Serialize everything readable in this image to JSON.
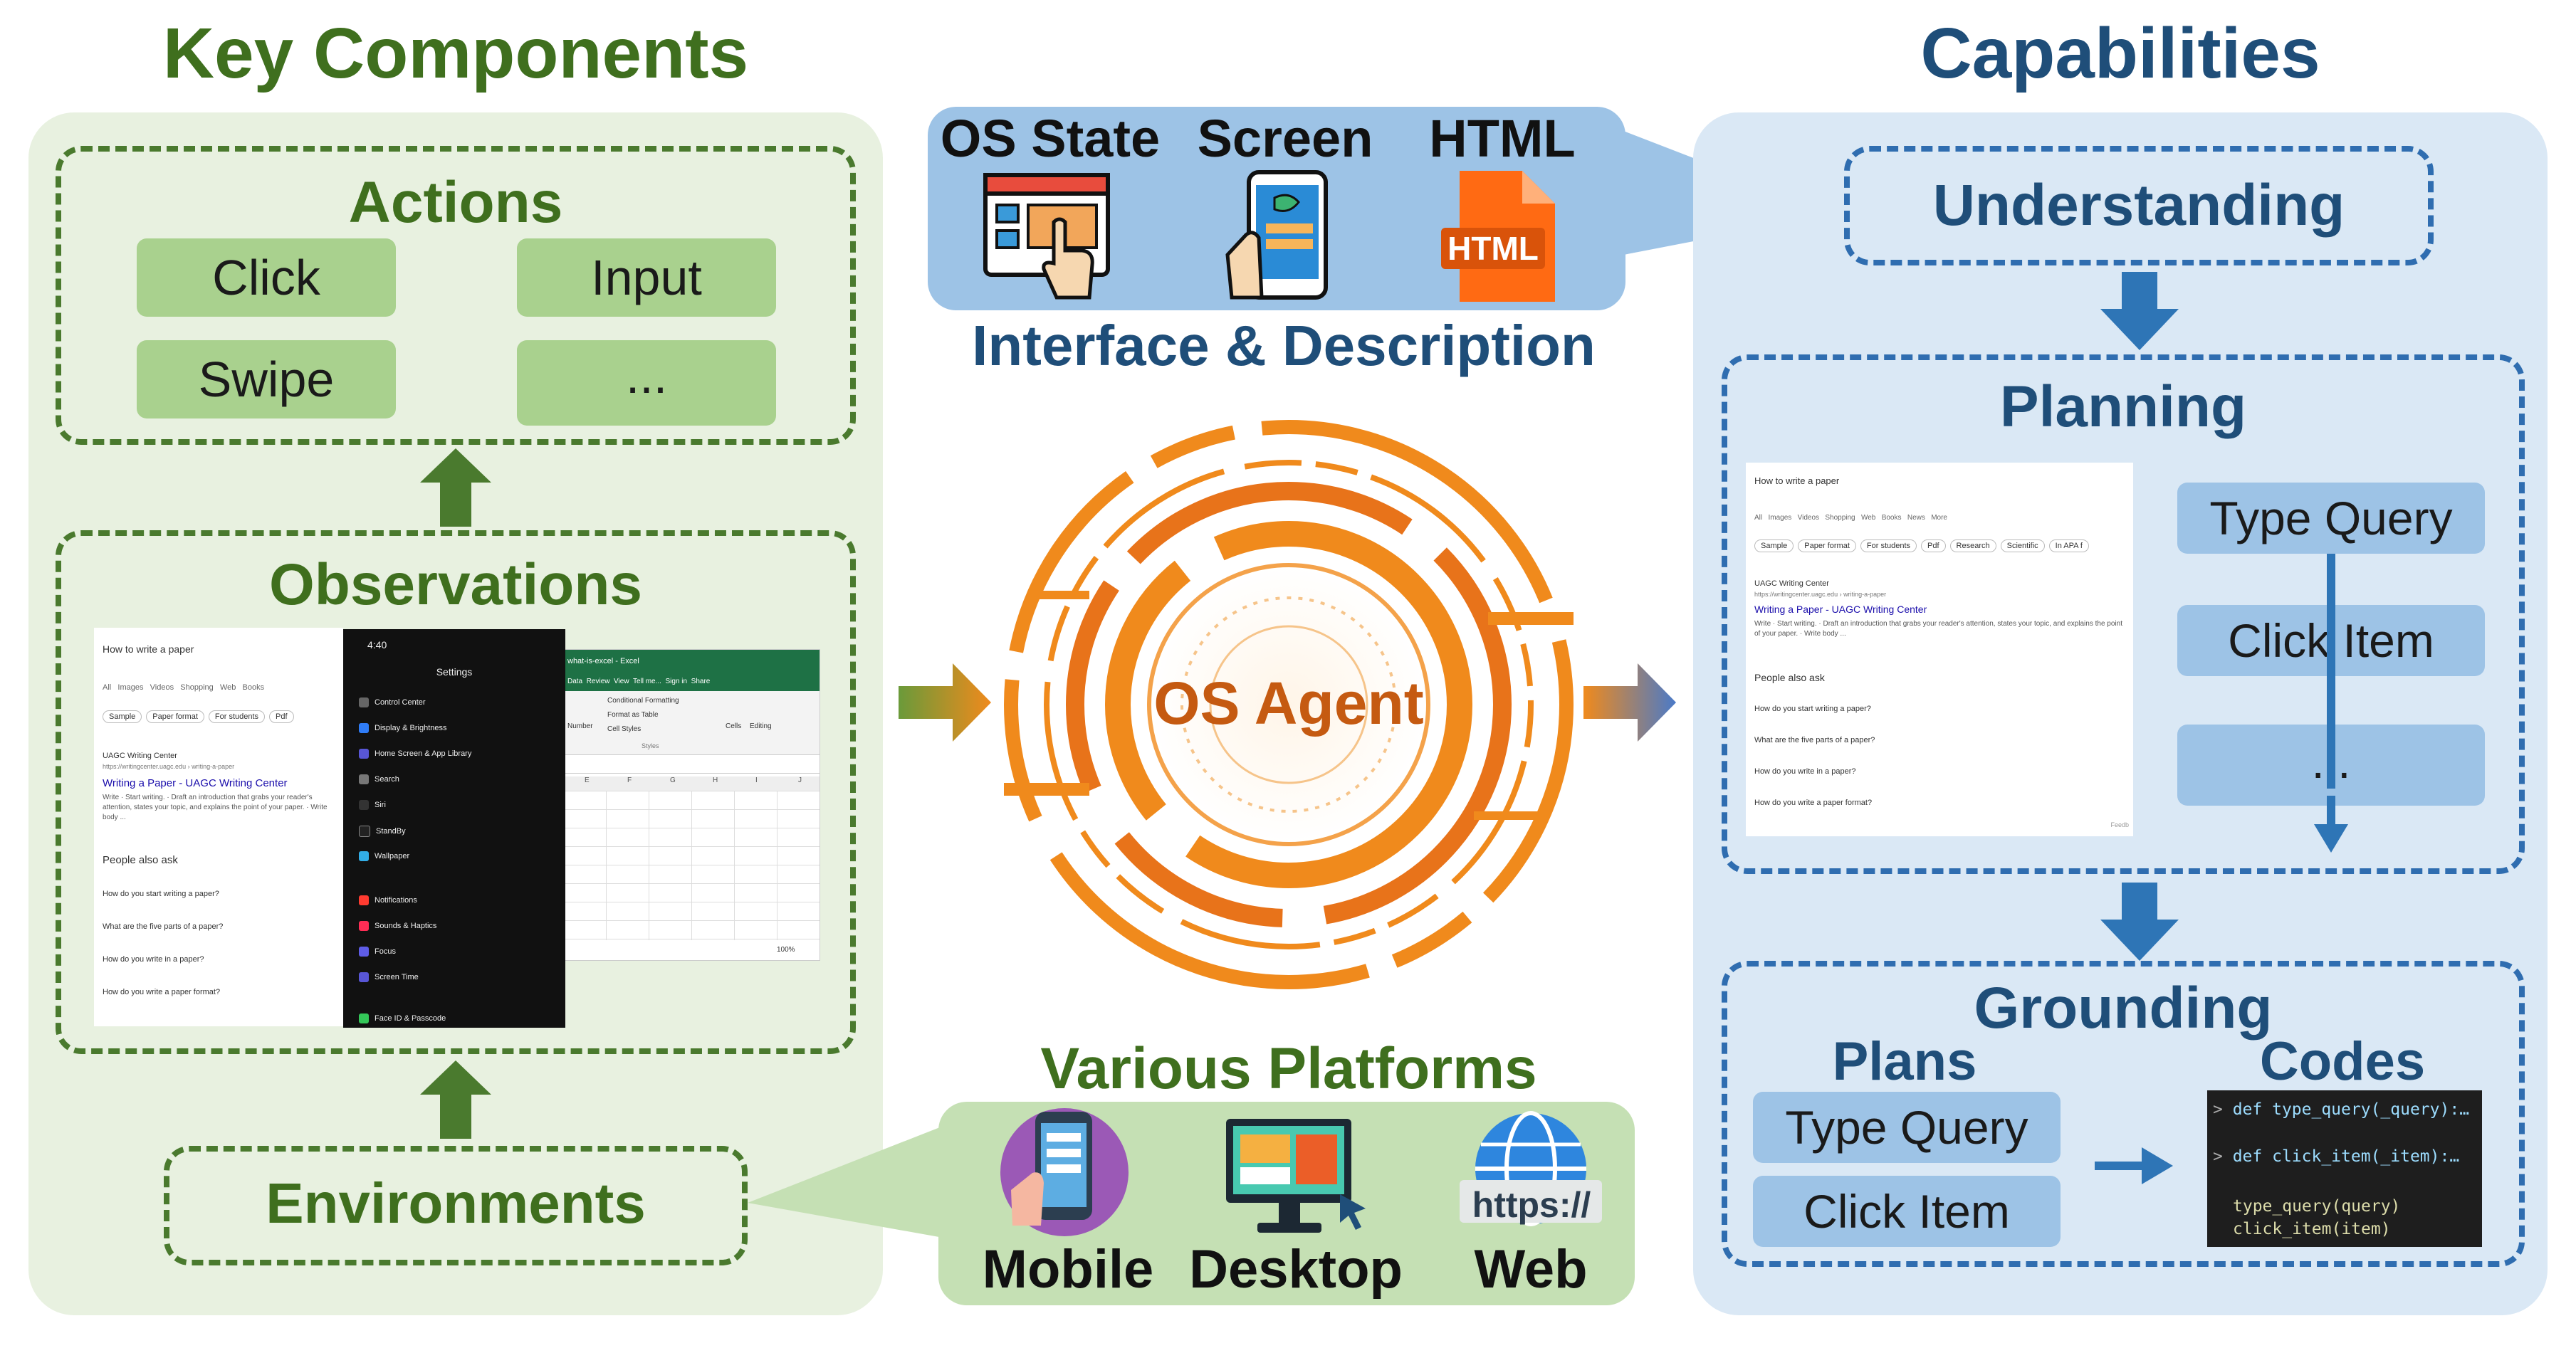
{
  "left": {
    "title": "Key Components",
    "actions": {
      "label": "Actions",
      "buttons": [
        "Click",
        "Input",
        "Swipe",
        "..."
      ]
    },
    "observations": {
      "label": "Observations",
      "search_page": {
        "query": "How to write a paper",
        "tabs": [
          "All",
          "Images",
          "Videos",
          "Shopping",
          "Web",
          "Books"
        ],
        "chips": [
          "Sample",
          "Paper format",
          "For students",
          "Pdf"
        ],
        "site": "UAGC Writing Center",
        "url": "https://writingcenter.uagc.edu › writing-a-paper",
        "result_title": "Writing a Paper - UAGC Writing Center",
        "snippet": "Write · Start writing. · Draft an introduction that grabs your reader's attention, states your topic, and explains the point of your paper. · Write body ...",
        "paa": "People also ask",
        "questions": [
          "How do you start writing a paper?",
          "What are the five parts of a paper?",
          "How do you write in a paper?",
          "How do you write a paper format?"
        ]
      },
      "phone": {
        "time": "4:40",
        "title": "Settings",
        "items": [
          "Control Center",
          "Display & Brightness",
          "Home Screen & App Library",
          "Search",
          "Siri",
          "StandBy",
          "Wallpaper",
          "Notifications",
          "Sounds & Haptics",
          "Focus",
          "Screen Time",
          "Face ID & Passcode"
        ]
      },
      "excel": {
        "title": "what-is-excel - Excel",
        "menu": [
          "Data",
          "Review",
          "View",
          "Tell me...",
          "Sign in",
          "Share"
        ],
        "ribbon": [
          "Conditional Formatting",
          "Format as Table",
          "Cell Styles",
          "Styles",
          "Number",
          "Cells",
          "Editing"
        ],
        "cols": [
          "E",
          "F",
          "G",
          "H",
          "I",
          "J"
        ],
        "zoom": "100%"
      }
    },
    "environments": {
      "label": "Environments"
    }
  },
  "middle": {
    "top_items": [
      "OS State",
      "Screen",
      "HTML"
    ],
    "html_badge": "HTML",
    "interface_label": "Interface & Description",
    "agent_label": "OS Agent",
    "platforms_label": "Various Platforms",
    "platforms": [
      "Mobile",
      "Desktop",
      "Web"
    ],
    "web_badge": "https://"
  },
  "right": {
    "title": "Capabilities",
    "understanding": "Understanding",
    "planning": {
      "label": "Planning",
      "steps": [
        "Type Query",
        "Click Item",
        "..."
      ],
      "search_page": {
        "query": "How to write a paper",
        "tabs": [
          "All",
          "Images",
          "Videos",
          "Shopping",
          "Web",
          "Books",
          "News",
          "More"
        ],
        "chips": [
          "Sample",
          "Paper format",
          "For students",
          "Pdf",
          "Research",
          "Scientific",
          "In APA f"
        ],
        "site": "UAGC Writing Center",
        "url": "https://writingcenter.uagc.edu › writing-a-paper",
        "result_title": "Writing a Paper - UAGC Writing Center",
        "snippet": "Write · Start writing. · Draft an introduction that grabs your reader's attention, states your topic, and explains the point of your paper. · Write body ...",
        "paa": "People also ask",
        "questions": [
          "How do you start writing a paper?",
          "What are the five parts of a paper?",
          "How do you write in a paper?",
          "How do you write a paper format?"
        ],
        "feedback": "Feedb"
      }
    },
    "grounding": {
      "label": "Grounding",
      "plans_label": "Plans",
      "codes_label": "Codes",
      "plans": [
        "Type Query",
        "Click Item"
      ],
      "code_lines": [
        "def type_query(_query):…",
        "def click_item(_item):…",
        "type_query(query)",
        "click_item(item)"
      ]
    }
  },
  "colors": {
    "green_dark": "#4a7a2e",
    "green_panel": "#e8f1e0",
    "green_btn": "#a9d18e",
    "blue_dark": "#2f6db0",
    "blue_panel": "#dae8f5",
    "blue_btn": "#9dc3e6",
    "orange": "#f08a1c",
    "title_blue": "#1f4e79"
  }
}
